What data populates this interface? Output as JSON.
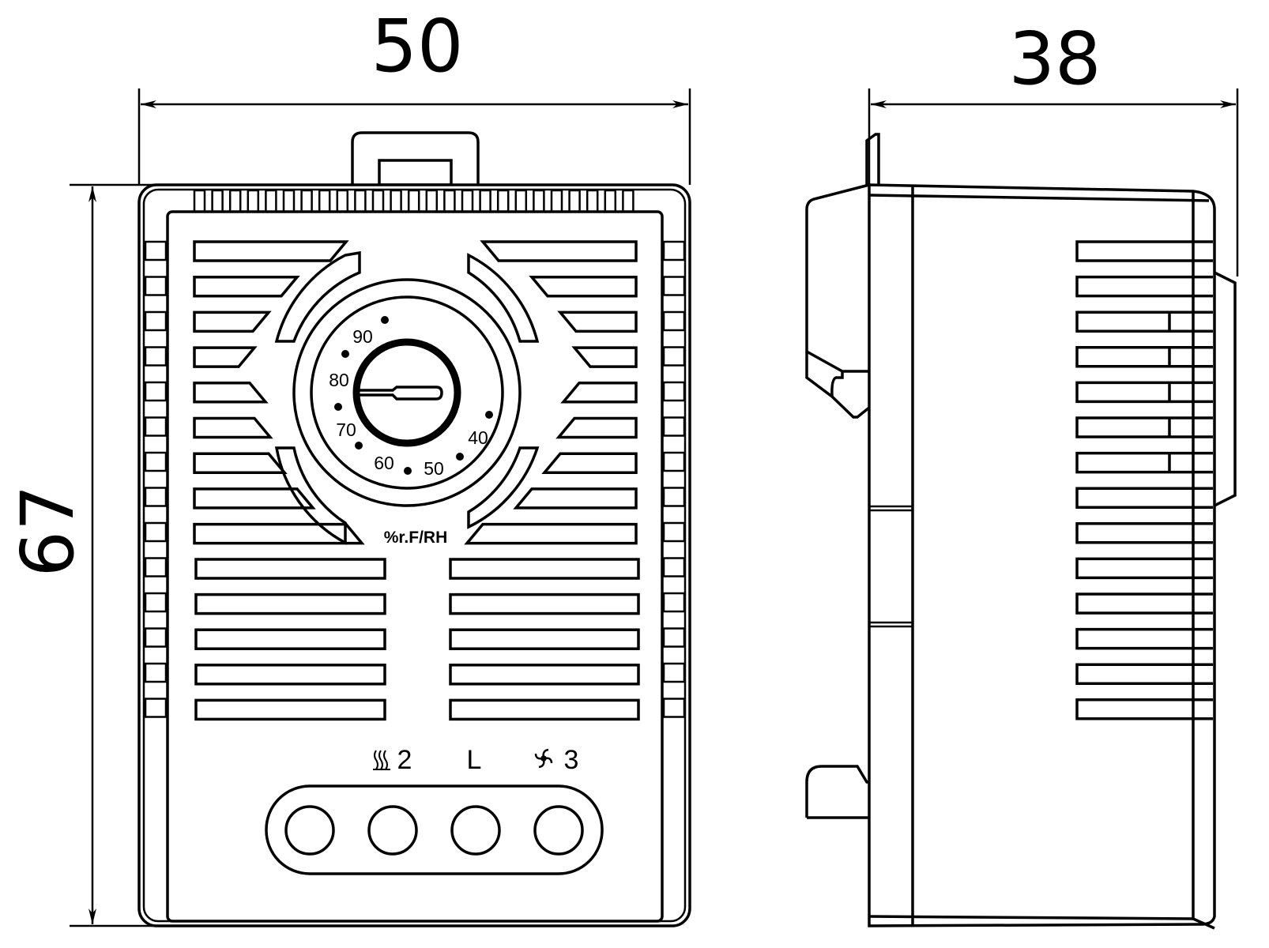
{
  "dimensions": {
    "width": "50",
    "depth": "38",
    "height": "67"
  },
  "dial": {
    "scale_labels": [
      "90",
      "80",
      "70",
      "60",
      "50",
      "40"
    ],
    "unit_label": "%r.F/RH"
  },
  "terminals": {
    "heater_label": "2",
    "line_label": "L",
    "fan_label": "3",
    "heater_icon": "heater-icon",
    "fan_icon": "fan-icon"
  },
  "colors": {
    "stroke": "#000000",
    "background": "#ffffff"
  }
}
